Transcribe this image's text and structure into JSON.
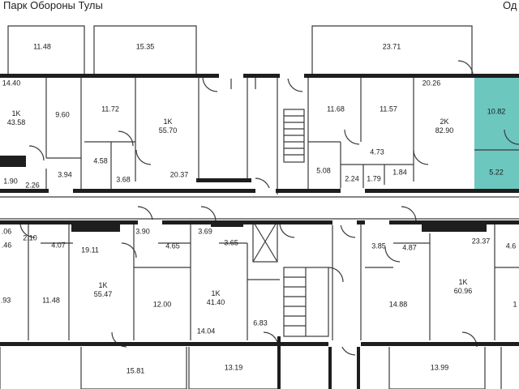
{
  "header": {
    "street_left": "Парк Обороны Тулы",
    "street_right_fragment": "Од"
  },
  "colors": {
    "wall": "#1e1e1e",
    "thin_line": "#3a3a3a",
    "highlight": "#6cc7bf",
    "background": "#ffffff"
  },
  "apartments": [
    {
      "id": "apt-a",
      "type": "1K",
      "area": "43.58"
    },
    {
      "id": "apt-b",
      "type": "1K",
      "area": "55.70"
    },
    {
      "id": "apt-c",
      "type": "2K",
      "area": "82.90"
    },
    {
      "id": "apt-d",
      "type": "1K",
      "area": "55.47"
    },
    {
      "id": "apt-e",
      "type": "1K",
      "area": "41.40"
    },
    {
      "id": "apt-f",
      "type": "1K",
      "area": "60.96"
    }
  ],
  "rooms": [
    "11.48",
    "15.35",
    "23.71",
    "14.40",
    "9.60",
    "11.72",
    "11.68",
    "11.57",
    "20.26",
    "10.82",
    "5.22",
    "1.90",
    "2.26",
    "3.94",
    "4.58",
    "3.68",
    "20.37",
    "5.08",
    "4.73",
    "2.24",
    "1.79",
    "1.84",
    ".06",
    "2.10",
    ".46",
    "4.07",
    "19.11",
    "3.90",
    "4.65",
    "3.69",
    "3.65",
    "3.85",
    "4.87",
    "23.37",
    "4.6",
    ".93",
    "11.48",
    "12.00",
    "14.04",
    "6.83",
    "14.88",
    "1",
    "15.81",
    "13.19",
    "13.99"
  ]
}
